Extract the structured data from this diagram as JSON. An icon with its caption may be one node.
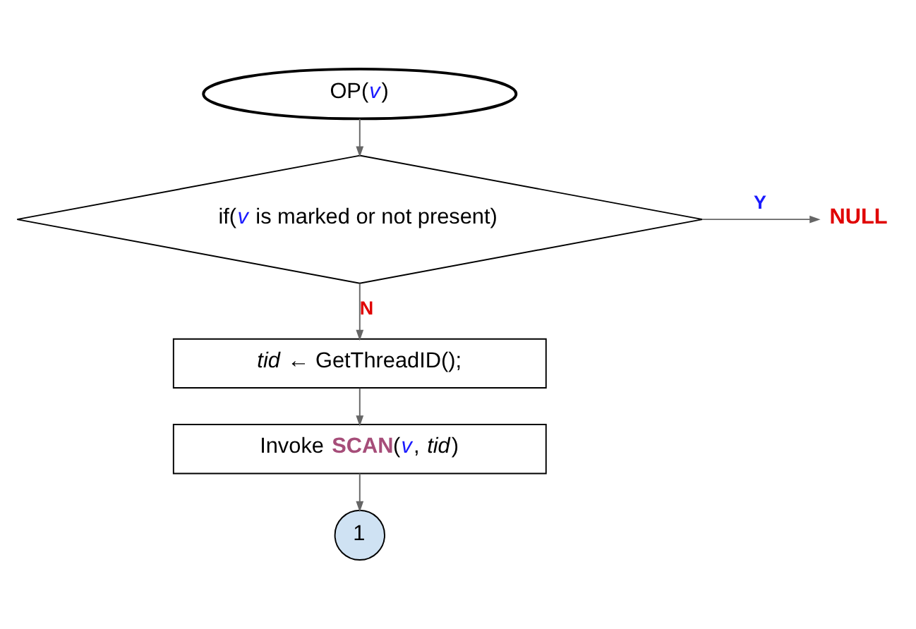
{
  "diagram": {
    "nodes": [
      {
        "text": [
          "OP(*v*)"
        ]
      },
      {
        "text": [
          "if(*v* is marked or not present)"
        ]
      },
      {
        "text": [
          "NULL"
        ]
      },
      {
        "text": [
          "*tid* ← GetThreadID();"
        ]
      },
      {
        "text": [
          "Invoke **SCAN**(*v*, *tid*)"
        ]
      },
      {
        "text": [
          "1"
        ]
      }
    ],
    "edges": [
      {
        "from": 0,
        "to": 1,
        "arrow": "to"
      },
      {
        "from": 1,
        "to": 2,
        "arrow": "to",
        "label": "Y"
      },
      {
        "from": 1,
        "to": 3,
        "arrow": "to",
        "label": "N"
      },
      {
        "from": 3,
        "to": 4,
        "arrow": "to"
      },
      {
        "from": 4,
        "to": 5,
        "arrow": "to"
      }
    ]
  }
}
